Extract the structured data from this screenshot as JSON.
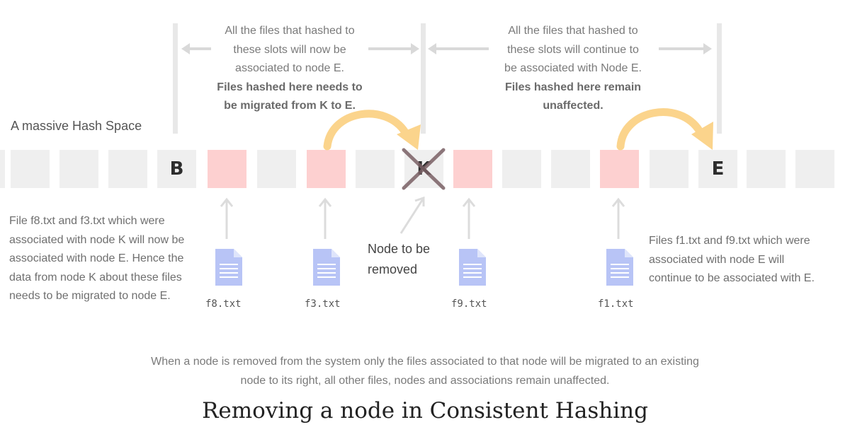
{
  "hash_space_label": "A massive Hash Space",
  "left_note": {
    "line1": "All the files that hashed to",
    "line2": "these slots will now be",
    "line3": "associated to node E.",
    "bold1": "Files hashed here needs to",
    "bold2": "be migrated from K to E."
  },
  "right_note": {
    "line1": "All the files that hashed to",
    "line2": "these slots will continue to",
    "line3": "be associated with Node E.",
    "bold1": "Files hashed here remain",
    "bold2": "unaffected."
  },
  "nodes": {
    "b": "B",
    "k": "K",
    "e": "E"
  },
  "left_paragraph": [
    "File f8.txt and f3.txt which were",
    "associated with node K will now be",
    "associated with node E. Hence the",
    "data from node K about these files",
    "needs to be migrated to node E."
  ],
  "node_removed": {
    "line1": "Node to be",
    "line2": "removed"
  },
  "right_paragraph": [
    "Files f1.txt and f9.txt which were",
    "associated with node E will",
    "continue to be associated with E."
  ],
  "files": {
    "f8": "f8.txt",
    "f3": "f3.txt",
    "f9": "f9.txt",
    "f1": "f1.txt"
  },
  "caption": {
    "line1": "When a node is removed from the system only the files associated to that node will be migrated to an existing",
    "line2": "node to its right, all other files, nodes and associations remain unaffected."
  },
  "title": "Removing a node in Consistent Hashing",
  "colors": {
    "slot": "#efefef",
    "file_slot": "#fdd0d0",
    "curve_arrow": "#fbd48c",
    "file_icon": "#b8c4f6",
    "cross": "#7a6065"
  },
  "icons": {
    "file": "file-icon",
    "cross": "cross-icon"
  }
}
